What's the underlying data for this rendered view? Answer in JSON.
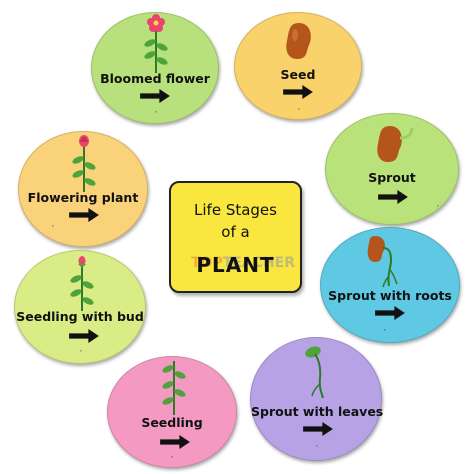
{
  "title_card": {
    "line1": "Life Stages",
    "line2": "of a",
    "line3": "PLANT",
    "watermark_a": "TOP",
    "watermark_b": "TEACHER"
  },
  "stages": [
    {
      "id": "seed",
      "label": "Seed",
      "color": "#f9d26b",
      "icon": "bean-seed-icon"
    },
    {
      "id": "sprout",
      "label": "Sprout",
      "color": "#b9e27a",
      "icon": "sprouting-bean-icon"
    },
    {
      "id": "sprout-roots",
      "label": "Sprout with roots",
      "color": "#5fc8e3",
      "icon": "sprout-with-roots-icon"
    },
    {
      "id": "sprout-leaves",
      "label": "Sprout with leaves",
      "color": "#b7a2e6",
      "icon": "sprout-with-leaves-icon"
    },
    {
      "id": "seedling",
      "label": "Seedling",
      "color": "#f49ac2",
      "icon": "seedling-icon"
    },
    {
      "id": "seedling-bud",
      "label": "Seedling with bud",
      "color": "#d9ec86",
      "icon": "seedling-with-bud-icon"
    },
    {
      "id": "flowering-plant",
      "label": "Flowering plant",
      "color": "#f9d27a",
      "icon": "flowering-plant-icon"
    },
    {
      "id": "bloomed-flower",
      "label": "Bloomed flower",
      "color": "#b8e07c",
      "icon": "bloomed-flower-icon"
    }
  ],
  "colors": {
    "stem": "#2f7a2a",
    "leaf": "#4ea33a",
    "seed": "#b4561c",
    "flower": "#e8456f",
    "arrow": "#111111"
  }
}
